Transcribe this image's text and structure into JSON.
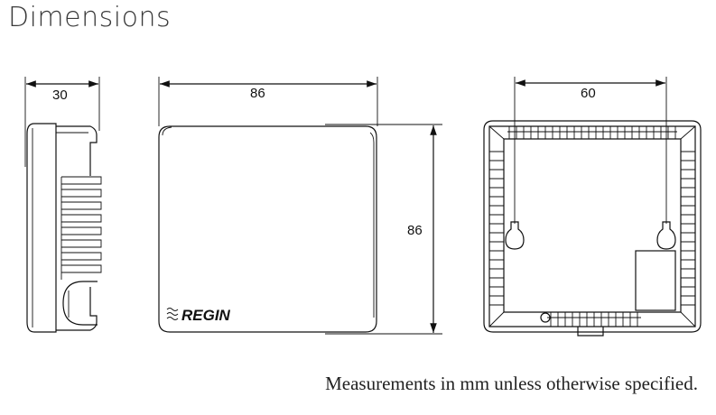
{
  "heading": "Dimensions",
  "note": "Measurements in mm unless otherwise specified.",
  "side_view": {
    "depth_label": "30"
  },
  "front_view": {
    "width_label": "86",
    "height_label": "86",
    "brand": "REGIN",
    "brand_icon": "regin-wave-icon"
  },
  "back_view": {
    "hole_spacing_label": "60"
  }
}
